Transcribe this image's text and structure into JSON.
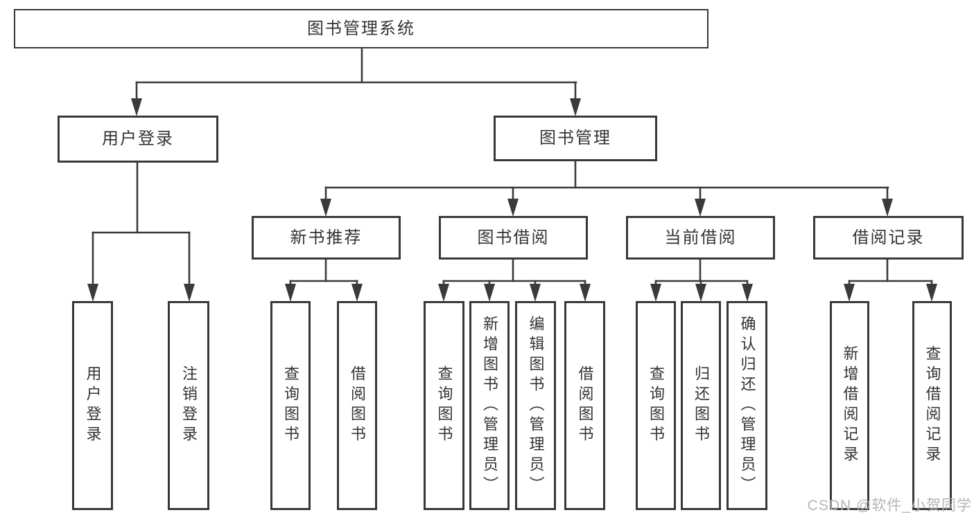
{
  "tree": {
    "root": {
      "label": "图书管理系统"
    },
    "branches": [
      {
        "label": "用户登录",
        "leaves": [
          {
            "label": "用户登录"
          },
          {
            "label": "注销登录"
          }
        ]
      },
      {
        "label": "图书管理",
        "groups": [
          {
            "label": "新书推荐",
            "leaves": [
              {
                "label": "查询图书"
              },
              {
                "label": "借阅图书"
              }
            ]
          },
          {
            "label": "图书借阅",
            "leaves": [
              {
                "label": "查询图书"
              },
              {
                "label": "新增图书（管理员）"
              },
              {
                "label": "编辑图书（管理员）"
              },
              {
                "label": "借阅图书"
              }
            ]
          },
          {
            "label": "当前借阅",
            "leaves": [
              {
                "label": "查询图书"
              },
              {
                "label": "归还图书"
              },
              {
                "label": "确认归还（管理员）"
              }
            ]
          },
          {
            "label": "借阅记录",
            "leaves": [
              {
                "label": "新增借阅记录"
              },
              {
                "label": "查询借阅记录"
              }
            ]
          }
        ]
      }
    ]
  },
  "watermark": {
    "text": "CSDN @软件_小贺同学"
  },
  "colors": {
    "line": "#3a3a3a",
    "box_border": "#383838",
    "text": "#333333",
    "watermark_text": "#b5b5b5",
    "background": "#ffffff"
  }
}
